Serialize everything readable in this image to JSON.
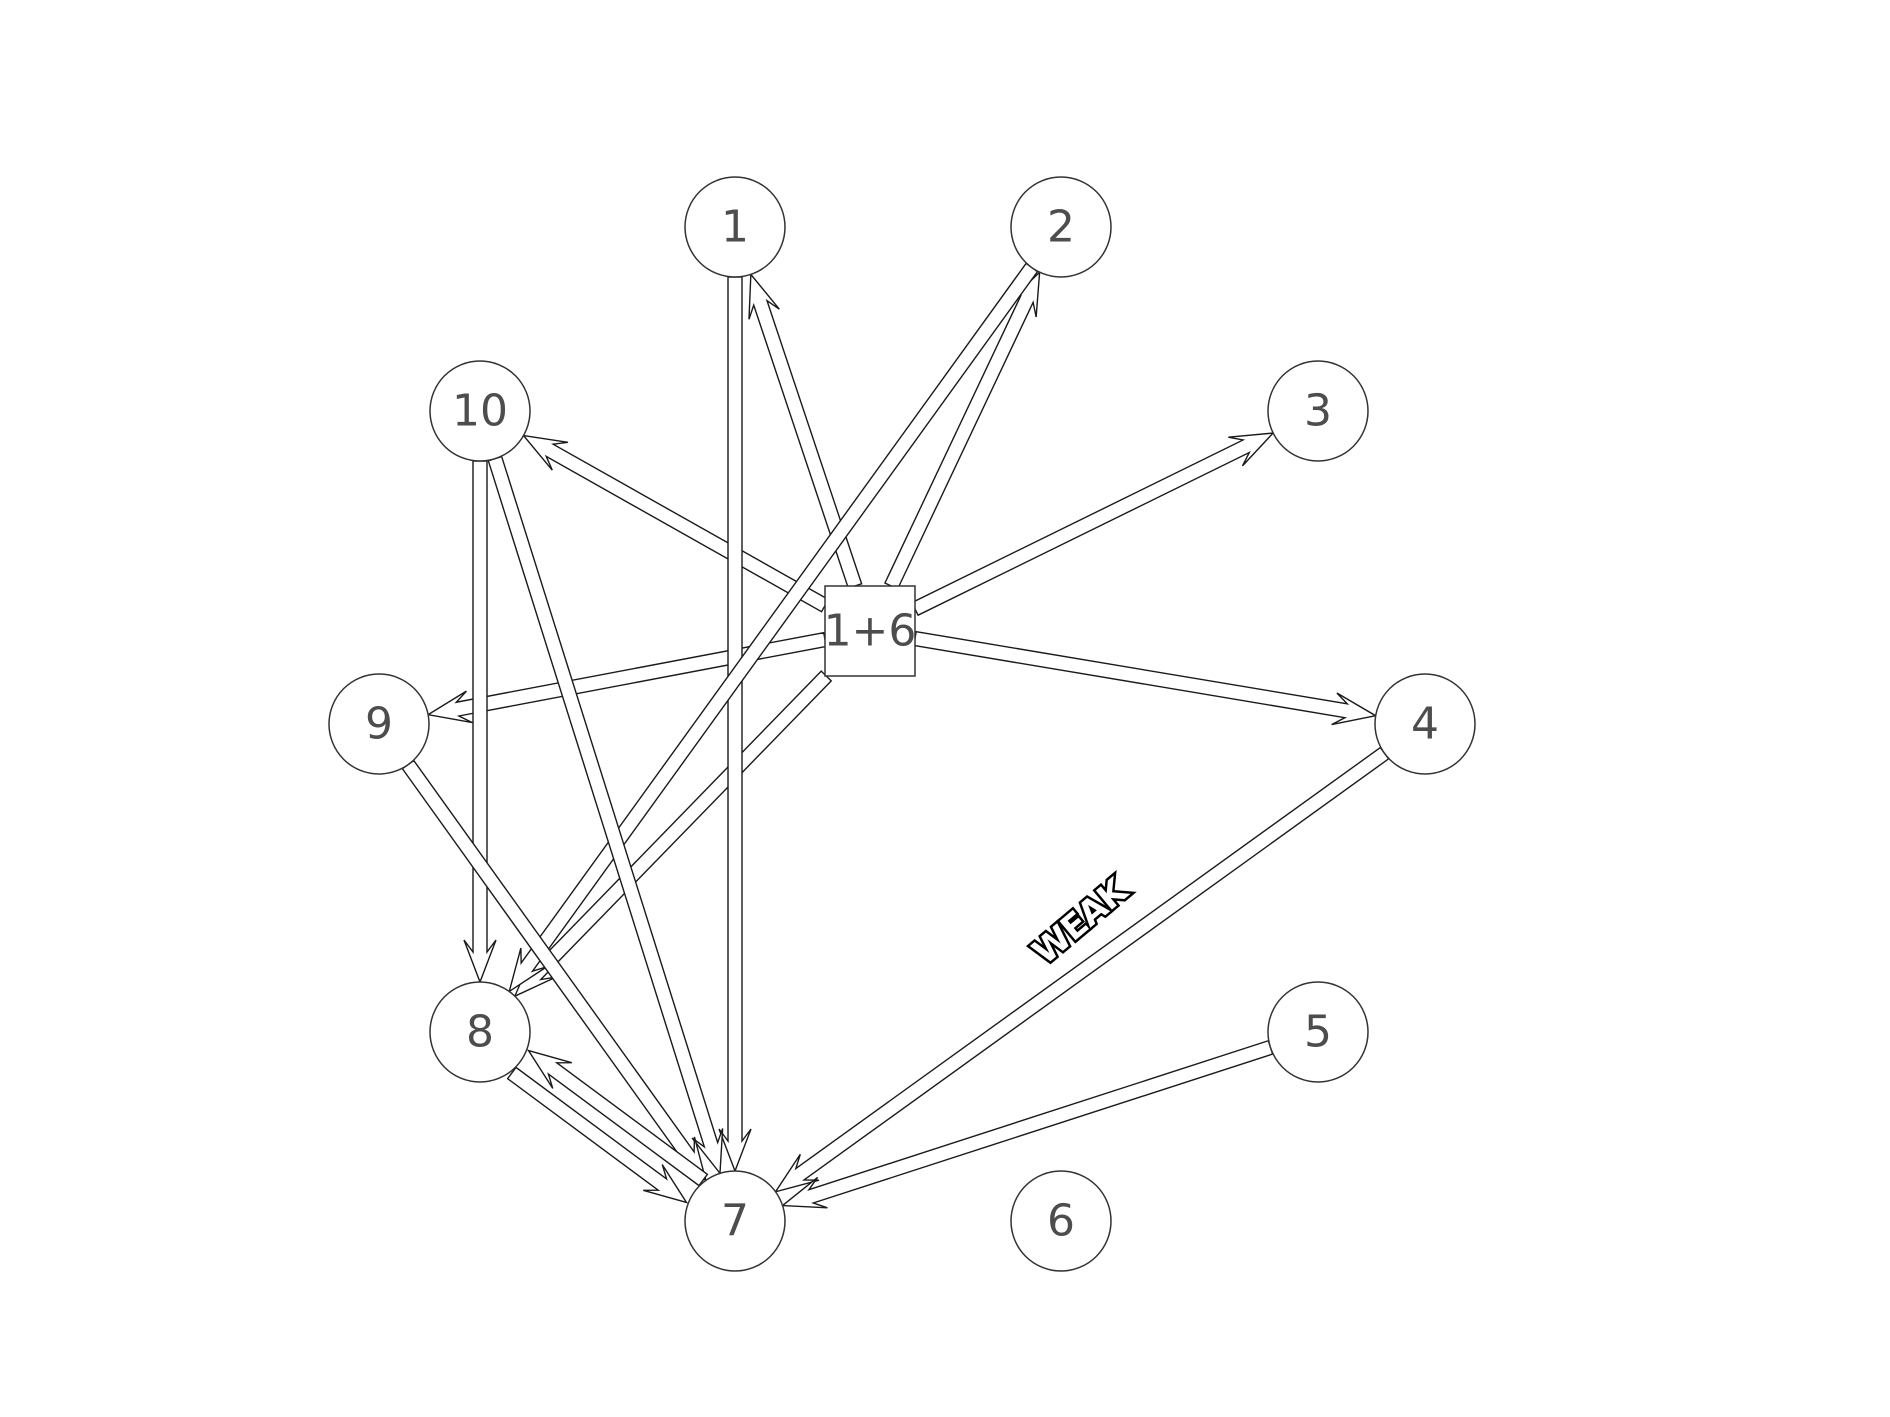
{
  "diagram": {
    "nodes": [
      {
        "id": "n1",
        "label": "1",
        "shape": "circle"
      },
      {
        "id": "n2",
        "label": "2",
        "shape": "circle"
      },
      {
        "id": "n3",
        "label": "3",
        "shape": "circle"
      },
      {
        "id": "n4",
        "label": "4",
        "shape": "circle"
      },
      {
        "id": "n5",
        "label": "5",
        "shape": "circle"
      },
      {
        "id": "n6",
        "label": "6",
        "shape": "circle"
      },
      {
        "id": "n7",
        "label": "7",
        "shape": "circle"
      },
      {
        "id": "n8",
        "label": "8",
        "shape": "circle"
      },
      {
        "id": "n9",
        "label": "9",
        "shape": "circle"
      },
      {
        "id": "n10",
        "label": "10",
        "shape": "circle"
      },
      {
        "id": "hub",
        "label": "1+6",
        "shape": "box"
      }
    ],
    "edges": [
      {
        "from": "hub",
        "to": "n1",
        "arrow": true
      },
      {
        "from": "hub",
        "to": "n2",
        "arrow": true
      },
      {
        "from": "hub",
        "to": "n3",
        "arrow": true
      },
      {
        "from": "hub",
        "to": "n4",
        "arrow": true
      },
      {
        "from": "hub",
        "to": "n9",
        "arrow": true
      },
      {
        "from": "hub",
        "to": "n10",
        "arrow": true
      },
      {
        "from": "hub",
        "to": "n8",
        "arrow": true
      },
      {
        "from": "n1",
        "to": "n7",
        "arrow": true
      },
      {
        "from": "n2",
        "to": "n8",
        "arrow": true
      },
      {
        "from": "n10",
        "to": "n8",
        "arrow": true
      },
      {
        "from": "n10",
        "to": "n7",
        "arrow": true
      },
      {
        "from": "n9",
        "to": "n7",
        "arrow": true
      },
      {
        "from": "n4",
        "to": "n7",
        "arrow": true
      },
      {
        "from": "n5",
        "to": "n7",
        "arrow": true
      },
      {
        "from": "n7",
        "to": "n8",
        "arrow": true
      },
      {
        "from": "n8",
        "to": "n7",
        "arrow": true
      }
    ],
    "stamp": {
      "text": "WEAK"
    }
  }
}
